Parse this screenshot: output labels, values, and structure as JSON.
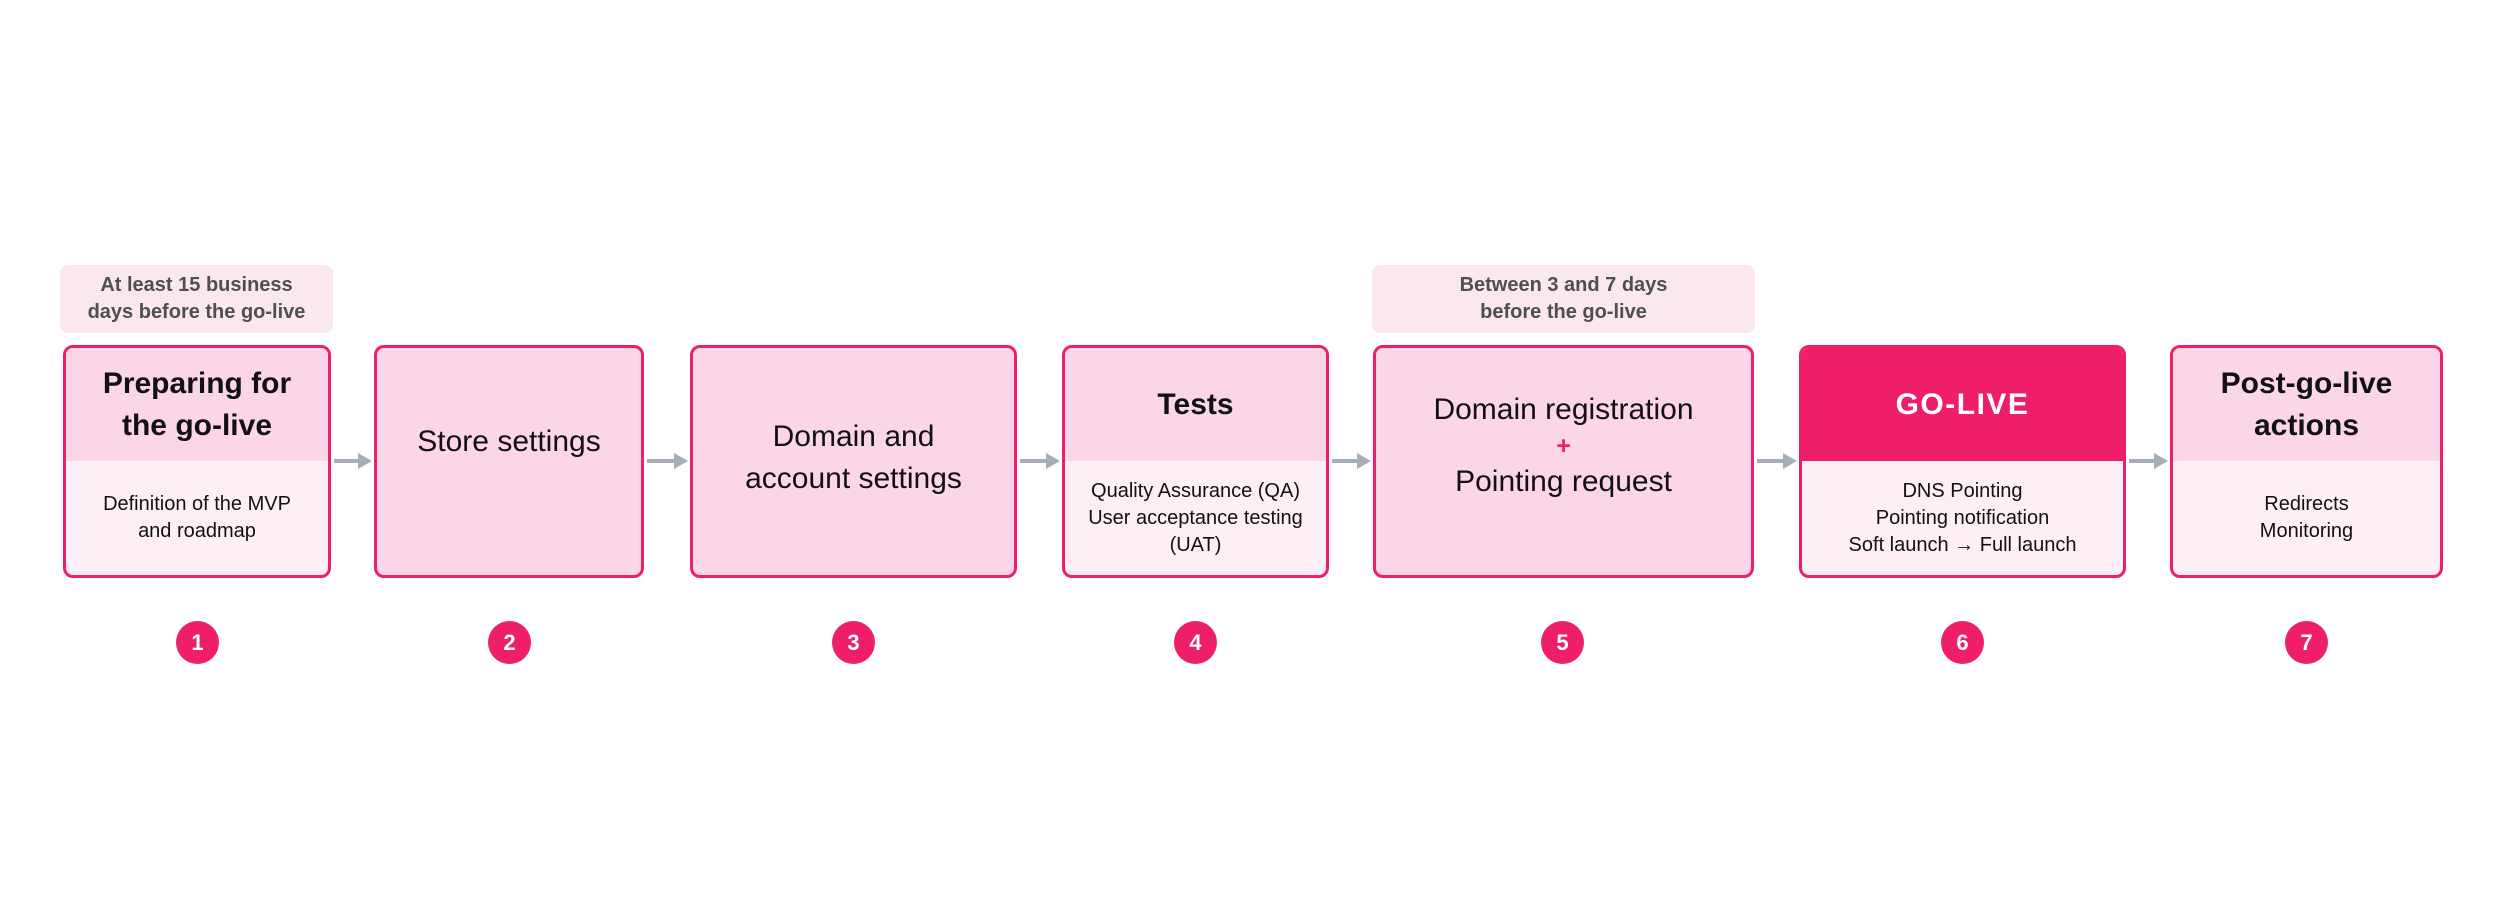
{
  "diagram": {
    "name": "Go-live process flowchart",
    "colors": {
      "accent": "#ef1e69",
      "box-fill": "#fad6e8",
      "box-fill-light": "#fdeff5",
      "note-fill": "#fbe7ef",
      "note-text": "#4f4f4f",
      "arrow": "#a8aeb8",
      "text": "#111111",
      "canvas-bg": "#ffffff"
    },
    "notes": [
      {
        "text": "At least 15 business\ndays before the go-live",
        "above_step": "1"
      },
      {
        "text": "Between 3 and 7 days\nbefore the go-live",
        "above_step": "5"
      }
    ],
    "steps": [
      {
        "number": "1",
        "title": "Preparing for\nthe go-live",
        "body": "Definition of the MVP\nand roadmap"
      },
      {
        "number": "2",
        "title": "Store settings"
      },
      {
        "number": "3",
        "title": "Domain and\naccount settings"
      },
      {
        "number": "4",
        "title": "Tests",
        "body": "Quality Assurance (QA)\nUser acceptance testing\n(UAT)"
      },
      {
        "number": "5",
        "title": "Domain registration",
        "plus": "+",
        "subtitle": "Pointing request"
      },
      {
        "number": "6",
        "title": "GO-LIVE",
        "body": "DNS Pointing\nPointing notification\nSoft launch → Full launch"
      },
      {
        "number": "7",
        "title": "Post-go-live\nactions",
        "body": "Redirects\nMonitoring"
      }
    ]
  }
}
